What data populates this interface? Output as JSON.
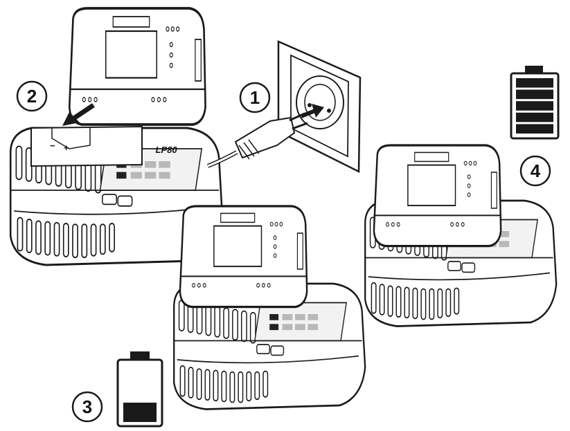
{
  "steps": [
    {
      "number": "1",
      "label": "plug-into-socket"
    },
    {
      "number": "2",
      "label": "insert-battery"
    },
    {
      "number": "3",
      "label": "charging-low"
    },
    {
      "number": "4",
      "label": "charging-full"
    }
  ],
  "brand": {
    "logo_text": "LP80"
  },
  "battery_indicator_low": {
    "level": 0.25
  },
  "battery_indicator_full": {
    "level": 1.0,
    "bars": 5
  },
  "colors": {
    "line": "#1a1a1a",
    "fill": "#ffffff",
    "shade": "#b8b8b8",
    "dark": "#222222"
  }
}
